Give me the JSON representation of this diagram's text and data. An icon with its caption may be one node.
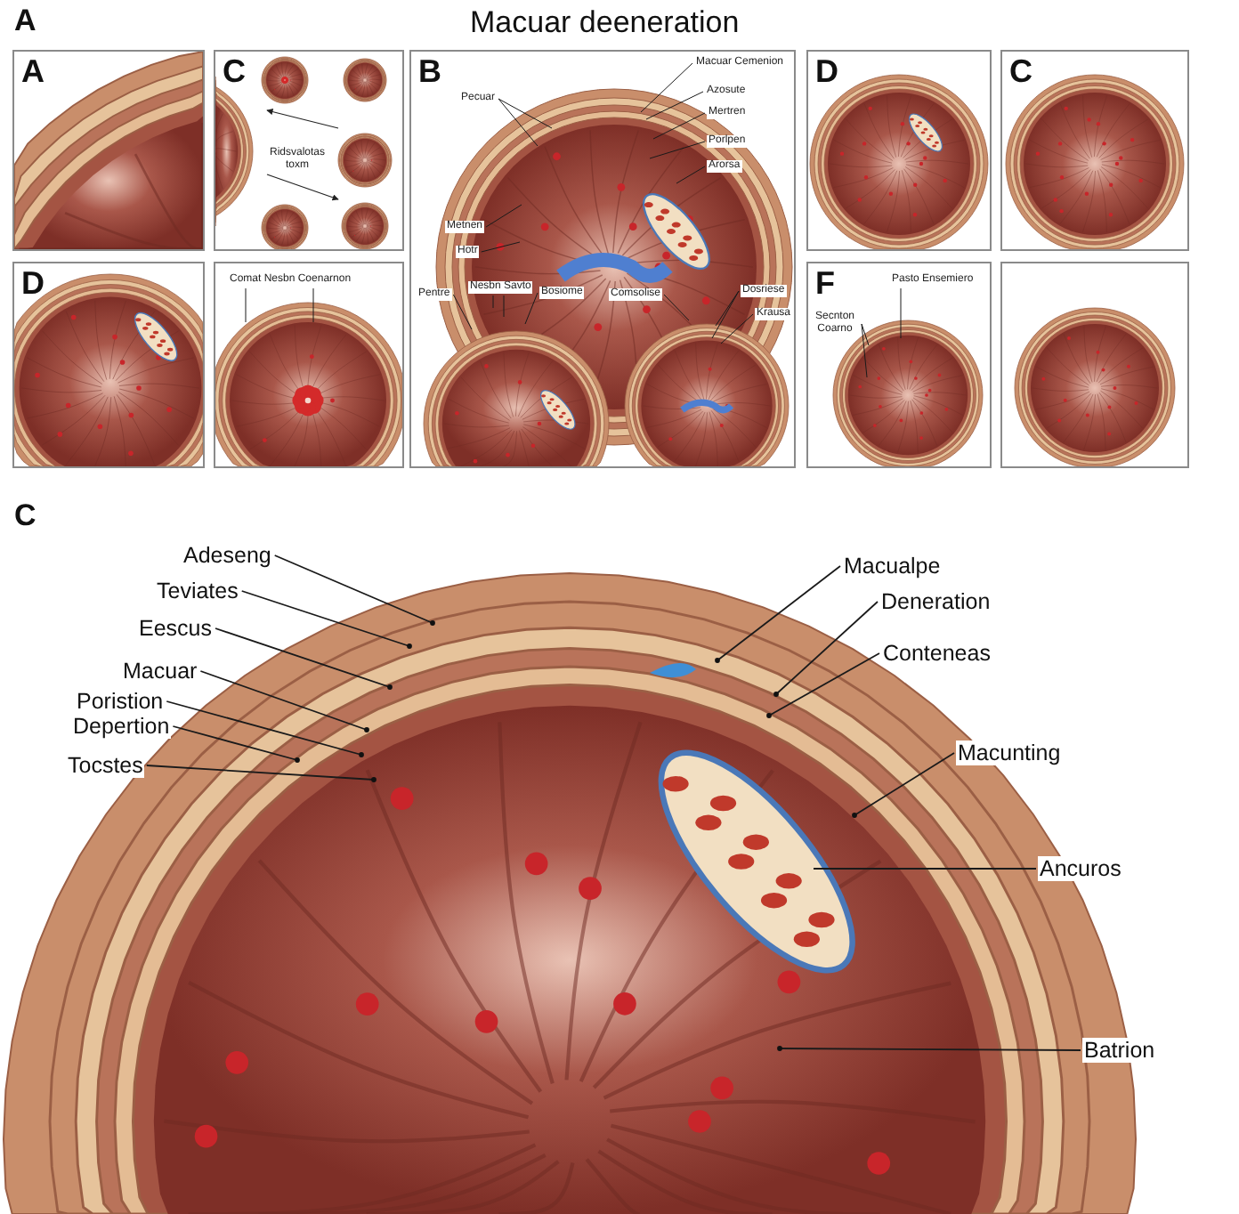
{
  "diagram": {
    "title": "Macuar deeneration",
    "nodes": [
      {
        "text": [
          "A"
        ]
      },
      {
        "text": [
          "C"
        ]
      },
      {
        "text": [
          "Ridsvalotas toxm"
        ],
        "in": 1
      },
      {
        "text": [
          "B"
        ]
      },
      {
        "text": [
          "Macuar Cemenion"
        ],
        "in": 3
      },
      {
        "text": [
          "Azosute"
        ],
        "in": 3
      },
      {
        "text": [
          "Mertren"
        ],
        "in": 3
      },
      {
        "text": [
          "Porlpen"
        ],
        "in": 3
      },
      {
        "text": [
          "Arorsa"
        ],
        "in": 3
      },
      {
        "text": [
          "Pecuar"
        ],
        "in": 3
      },
      {
        "text": [
          "Metnen"
        ],
        "in": 3
      },
      {
        "text": [
          "Hotr"
        ],
        "in": 3
      },
      {
        "text": [
          "Pentre"
        ],
        "in": 3
      },
      {
        "text": [
          "Nesbn Savto"
        ],
        "in": 3
      },
      {
        "text": [
          "Bosiome"
        ],
        "in": 3
      },
      {
        "text": [
          "Comsolise"
        ],
        "in": 3
      },
      {
        "text": [
          "Dosriese"
        ],
        "in": 3
      },
      {
        "text": [
          "Krausa"
        ],
        "in": 3
      },
      {
        "text": [
          "D"
        ]
      },
      {
        "text": [
          "C"
        ]
      },
      {
        "text": [
          "D"
        ]
      },
      {
        "text": [],
        "shape": "box"
      },
      {
        "text": [
          "Comat Nesbn Coenarnon"
        ],
        "in": 21
      },
      {
        "text": [
          "F"
        ]
      },
      {
        "text": [
          "Pasto Ensemiero"
        ],
        "in": 23
      },
      {
        "text": [
          "Secnton Coarno"
        ],
        "in": 23
      },
      {
        "text": [],
        "shape": "box"
      },
      {
        "text": [
          "Adeseng"
        ]
      },
      {
        "text": [
          "Teviates"
        ]
      },
      {
        "text": [
          "Eescus"
        ]
      },
      {
        "text": [
          "Macuar"
        ]
      },
      {
        "text": [
          "Poristion"
        ]
      },
      {
        "text": [
          "Depertion"
        ]
      },
      {
        "text": [
          "Tocstes"
        ]
      },
      {
        "text": [
          "Macualpe"
        ]
      },
      {
        "text": [
          "Deneration"
        ]
      },
      {
        "text": [
          "Conteneas"
        ]
      },
      {
        "text": [
          "Macunting"
        ]
      },
      {
        "text": [
          "Ancuros"
        ]
      },
      {
        "text": [
          "Batrion"
        ]
      }
    ],
    "edges": [
      {
        "from": 4,
        "to": null,
        "arrow": "none"
      },
      {
        "from": 5,
        "to": null,
        "arrow": "none"
      },
      {
        "from": 6,
        "to": null,
        "arrow": "none"
      },
      {
        "from": 7,
        "to": null,
        "arrow": "none"
      },
      {
        "from": 8,
        "to": null,
        "arrow": "none"
      },
      {
        "from": 9,
        "to": null,
        "arrow": "none"
      },
      {
        "from": 9,
        "to": null,
        "arrow": "none"
      },
      {
        "from": 10,
        "to": null,
        "arrow": "none"
      },
      {
        "from": 11,
        "to": null,
        "arrow": "none"
      },
      {
        "from": 12,
        "to": null,
        "arrow": "none"
      },
      {
        "from": 13,
        "to": null,
        "arrow": "none"
      },
      {
        "from": 13,
        "to": null,
        "arrow": "none"
      },
      {
        "from": 14,
        "to": null,
        "arrow": "none"
      },
      {
        "from": 15,
        "to": null,
        "arrow": "none"
      },
      {
        "from": 16,
        "to": null,
        "arrow": "none"
      },
      {
        "from": 16,
        "to": null,
        "arrow": "none"
      },
      {
        "from": 17,
        "to": null,
        "arrow": "none"
      },
      {
        "from": 22,
        "to": null,
        "arrow": "none"
      },
      {
        "from": 22,
        "to": null,
        "arrow": "none"
      },
      {
        "from": 24,
        "to": null,
        "arrow": "none"
      },
      {
        "from": 25,
        "to": null,
        "arrow": "none"
      },
      {
        "from": 25,
        "to": null,
        "arrow": "none"
      },
      {
        "from": 27,
        "to": null,
        "arrow": "other"
      },
      {
        "from": 28,
        "to": null,
        "arrow": "other"
      },
      {
        "from": 29,
        "to": null,
        "arrow": "other"
      },
      {
        "from": 30,
        "to": null,
        "arrow": "other"
      },
      {
        "from": 31,
        "to": null,
        "arrow": "other"
      },
      {
        "from": 32,
        "to": null,
        "arrow": "other"
      },
      {
        "from": 33,
        "to": null,
        "arrow": "other"
      },
      {
        "from": 34,
        "to": null,
        "arrow": "other"
      },
      {
        "from": 35,
        "to": null,
        "arrow": "other"
      },
      {
        "from": 36,
        "to": null,
        "arrow": "other"
      },
      {
        "from": 37,
        "to": null,
        "arrow": "other"
      },
      {
        "from": 38,
        "to": null,
        "arrow": "none"
      },
      {
        "from": 39,
        "to": null,
        "arrow": "other"
      }
    ],
    "labels": [
      "A",
      "C"
    ]
  }
}
